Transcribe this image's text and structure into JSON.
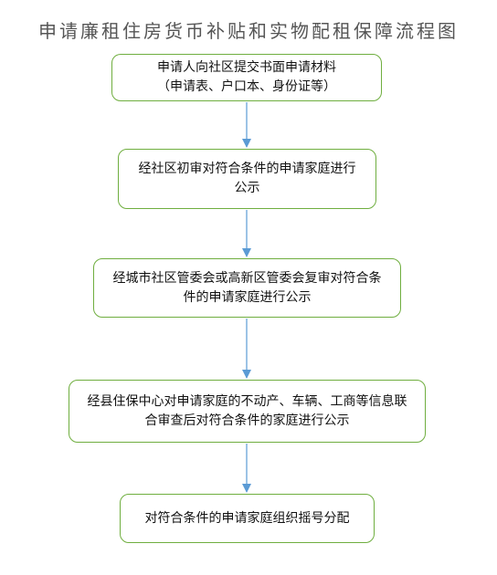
{
  "title": "申请廉租住房货币补贴和实物配租保障流程图",
  "colors": {
    "box_border": "#6fae3f",
    "arrow": "#5b9bd5",
    "title": "#555555"
  },
  "steps": [
    {
      "lines": [
        "申请人向社区提交书面申请材料",
        "（申请表、户口本、身份证等）"
      ]
    },
    {
      "lines": [
        "经社区初审对符合条件的申请家庭进行",
        "公示"
      ]
    },
    {
      "lines": [
        "经城市社区管委会或高新区管委会复审对符合条",
        "件的申请家庭进行公示"
      ]
    },
    {
      "lines": [
        "经县住保中心对申请家庭的不动产、车辆、工商等信息联",
        "合审查后对符合条件的家庭进行公示"
      ]
    },
    {
      "lines": [
        "对符合条件的申请家庭组织摇号分配"
      ]
    }
  ]
}
